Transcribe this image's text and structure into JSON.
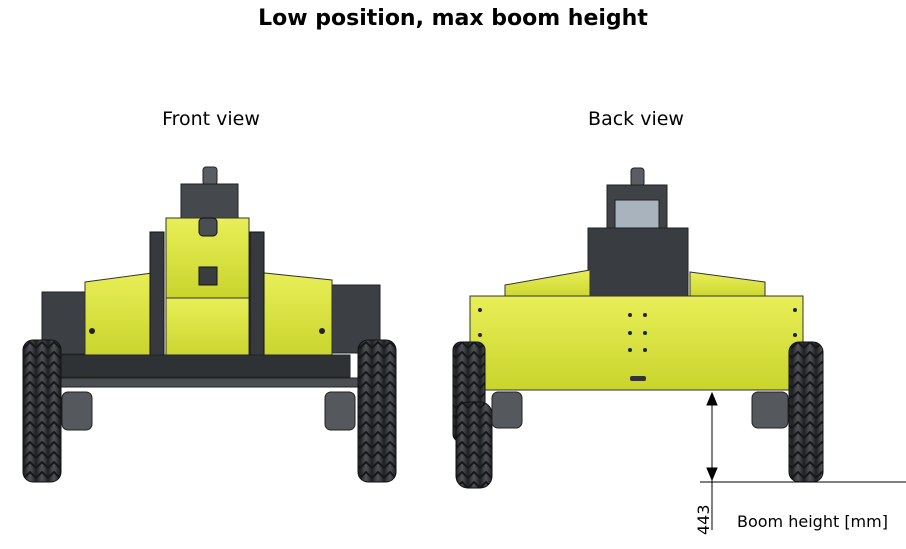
{
  "title": "Low position, max boom height",
  "views": {
    "front": {
      "label": "Front view"
    },
    "back": {
      "label": "Back view"
    }
  },
  "dimension": {
    "value": "443",
    "caption": "Boom height [mm]"
  },
  "colors": {
    "body_yellow": "#dbe63a",
    "chassis_dark": "#3a3d40",
    "tire": "#2b2d2f"
  }
}
